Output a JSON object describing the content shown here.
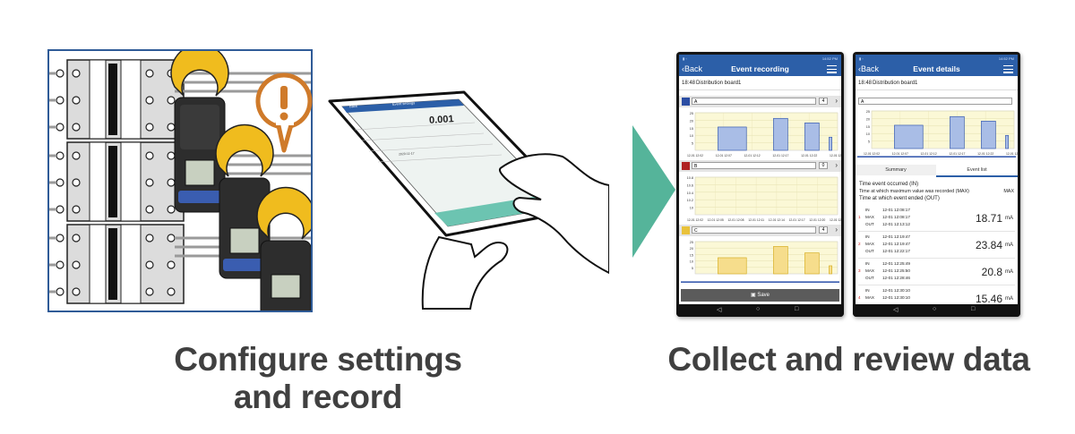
{
  "captions": {
    "left_line1": "Configure settings",
    "left_line2": "and record",
    "right": "Collect and review data"
  },
  "tablet": {
    "back_label": "Back",
    "title": "Event settings",
    "big_value": "0.001",
    "date": "2020-11-17"
  },
  "colors": {
    "frame_blue": "#2f5b97",
    "alert_orange": "#cf7a2a",
    "clamp_yellow": "#f0bc1e",
    "teal_arrow": "#55b49a",
    "app_blue": "#2c5fa8",
    "chart_bg": "#fbf8d6"
  },
  "phone1": {
    "status_time": "14:52 PM",
    "back": "Back",
    "title": "Event recording",
    "time": "18:48",
    "board": "Distribution board1",
    "save": "Save",
    "channels": [
      {
        "name": "A",
        "count": "4",
        "color": "#2b4da3",
        "bar_fill": "#a9bde6",
        "bar_stroke": "#3a5db0"
      },
      {
        "name": "B",
        "count": "0",
        "color": "#b02323",
        "bar_fill": "#f0b7b7",
        "bar_stroke": "#c03030"
      },
      {
        "name": "C",
        "count": "4",
        "color": "#e9c23b",
        "bar_fill": "#f6dd8c",
        "bar_stroke": "#d8b028"
      }
    ],
    "chart_y_ticks": [
      "25",
      "20",
      "15",
      "10",
      "5"
    ],
    "chart_y_ticks_b": [
      "10.8",
      "10.6",
      "10.4",
      "10.2",
      "10"
    ],
    "chart_x_ticks": [
      "12-01 12:02",
      "12-01 12:07",
      "12-01 12:12",
      "12-01 12:17",
      "12-01 12:22",
      "12-01 12:27"
    ],
    "chart_x_ticks_b": [
      "12-01 12:02",
      "12-01 12:05",
      "12-01 12:08",
      "12-01 12:11",
      "12-01 12:14",
      "12-01 12:17",
      "12-01 12:20",
      "12-01 12:23"
    ]
  },
  "phone2": {
    "status_time": "14:52 PM",
    "back": "Back",
    "title": "Event details",
    "time": "18:48",
    "board": "Distribution board1",
    "channel": "A",
    "tab_summary": "Summary",
    "tab_event_list": "Event list",
    "legend_in": "Time event occurred (IN)",
    "legend_max": "Time at which maximum value was recorded (MAX)",
    "legend_max_tag": "MAX",
    "legend_out": "Time at which event ended (OUT)",
    "events": [
      {
        "num": "1",
        "in": "12-01 12:08:17",
        "max": "12-01 12:08:17",
        "out": "12-01 12:13:12",
        "value": "18.71",
        "unit": "mA"
      },
      {
        "num": "2",
        "in": "12-01 12:19:47",
        "max": "12-01 12:19:47",
        "out": "12-01 12:22:17",
        "value": "23.84",
        "unit": "mA"
      },
      {
        "num": "3",
        "in": "12-01 12:25:49",
        "max": "12-01 12:25:50",
        "out": "12-01 12:28:46",
        "value": "20.8",
        "unit": "mA"
      },
      {
        "num": "4",
        "in": "12-01 12:30:10",
        "max": "12-01 12:30:10",
        "out": "",
        "value": "15.46",
        "unit": "mA"
      }
    ],
    "labels": {
      "in": "IN",
      "max": "MAX",
      "out": "OUT"
    }
  }
}
